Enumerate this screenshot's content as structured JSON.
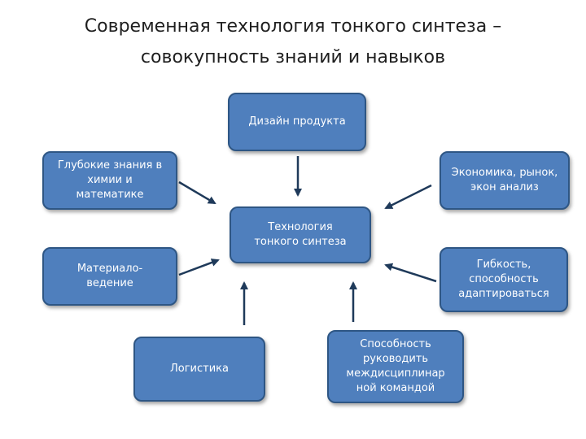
{
  "slide": {
    "title_line1": "Современная технология тонкого синтеза –",
    "title_line2": "совокупность знаний и навыков"
  },
  "diagram": {
    "nodes": {
      "design": "Дизайн продукта",
      "deep_knowledge": "Глубокие знания в\nхимии и\nматематике",
      "economics": "Экономика, рынок,\nэкон анализ",
      "technology": "Технология\nтонкого синтеза",
      "materials": "Материало-\nведение",
      "flexibility": "Гибкость,\nспособность\nадаптироваться",
      "logistics": "Логистика",
      "leadership": "Способность\nруководить\nмеждисциплинар\nной командой"
    },
    "colors": {
      "box_fill": "#4f7fbd",
      "box_border": "#2e5684",
      "arrow": "#1f3a5a"
    }
  }
}
